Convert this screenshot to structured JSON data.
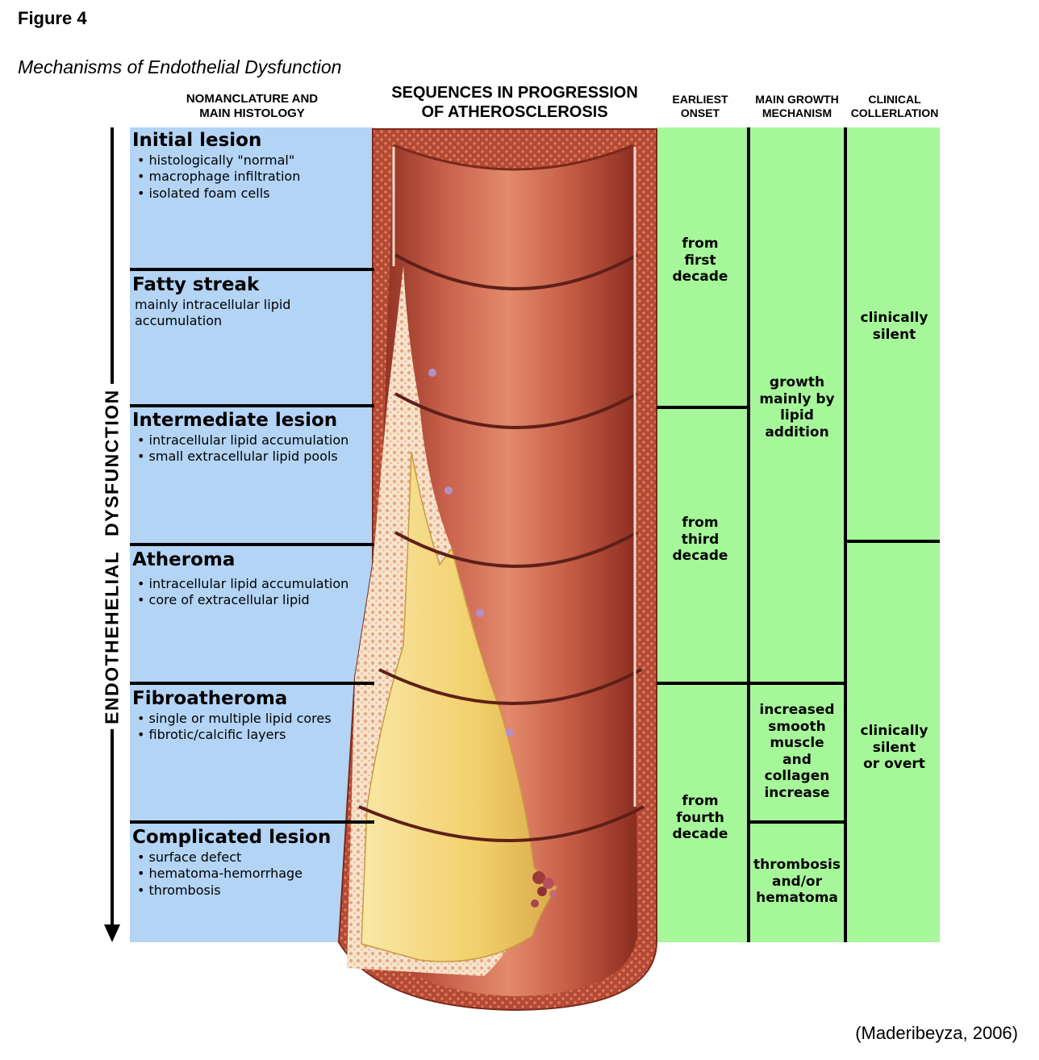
{
  "figure_label": "Figure 4",
  "figure_title": "Mechanisms of Endothelial Dysfunction",
  "column_headers": {
    "nomenclature": [
      "NOMANCLATURE AND",
      "MAIN HISTOLOGY"
    ],
    "sequences": [
      "SEQUENCES IN PROGRESSION",
      "OF ATHEROSCLEROSIS"
    ],
    "onset": [
      "EARLIEST",
      "ONSET"
    ],
    "growth": [
      "MAIN GROWTH",
      "MECHANISM"
    ],
    "clinical": [
      "CLINICAL",
      "COLLERLATION"
    ]
  },
  "vertical_axis_label": [
    "ENDOTHEHELIAL",
    "DYSFUNCTION"
  ],
  "lesions": [
    {
      "name": "Initial lesion",
      "details": [
        "• histologically \"normal\"",
        "• macrophage infiltration",
        "• isolated foam cells"
      ]
    },
    {
      "name": "Fatty streak",
      "details": [
        "mainly intracellular lipid",
        "accumulation"
      ]
    },
    {
      "name": "Intermediate lesion",
      "details": [
        "• intracellular lipid accumulation",
        "• small extracellular lipid pools"
      ]
    },
    {
      "name": "Atheroma",
      "details": [
        "• intracellular lipid accumulation",
        "• core of extracellular lipid"
      ]
    },
    {
      "name": "Fibroatheroma",
      "details": [
        "• single or multiple lipid cores",
        "• fibrotic/calcific layers"
      ]
    },
    {
      "name": "Complicated lesion",
      "details": [
        "• surface defect",
        "• hematoma-hemorrhage",
        "• thrombosis"
      ]
    }
  ],
  "earliest_onset": [
    {
      "lines": [
        "from",
        "first",
        "decade"
      ]
    },
    {
      "lines": [
        "from",
        "third",
        "decade"
      ]
    },
    {
      "lines": [
        "from",
        "fourth",
        "decade"
      ]
    }
  ],
  "growth_mechanism": [
    {
      "lines": [
        "growth",
        "mainly by",
        "lipid",
        "addition"
      ]
    },
    {
      "lines": [
        "increased",
        "smooth",
        "muscle",
        "and",
        "collagen",
        "increase"
      ]
    },
    {
      "lines": [
        "thrombosis",
        "and/or",
        "hematoma"
      ]
    }
  ],
  "clinical_correlation": [
    {
      "lines": [
        "clinically",
        "silent"
      ]
    },
    {
      "lines": [
        "clinically",
        "silent",
        "or overt"
      ]
    }
  ],
  "citation": "(Maderibeyza, 2006)",
  "colors": {
    "blue_panel": "#b3d4f5",
    "green_panel": "#a6f79a",
    "artery_wall": "#c8553f",
    "lumen": "#b84d38",
    "plaque": "#f2d77a",
    "divider": "#000000"
  }
}
